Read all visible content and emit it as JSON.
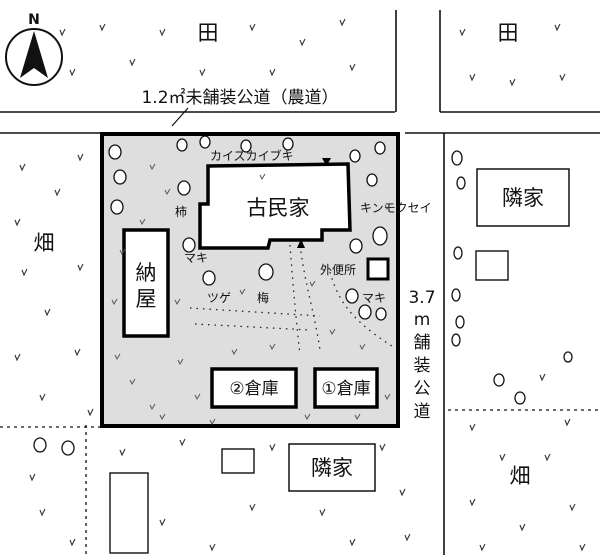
{
  "compass": {
    "north_label": "N"
  },
  "labels": {
    "field_top_left": "田",
    "field_top_right": "田",
    "field_left": "畑",
    "field_bottom_right": "畑",
    "road_top": "1.2㎡未舗装公道（農道）",
    "road_right_number": "3.7",
    "road_right_unit": "m",
    "road_right_chars": [
      "舗",
      "装",
      "公",
      "道"
    ],
    "neighbor_right": "隣家",
    "neighbor_bottom": "隣家"
  },
  "buildings": {
    "main_house": "古民家",
    "barn": [
      "納",
      "屋"
    ],
    "storehouse_1": "①倉庫",
    "storehouse_2": "②倉庫",
    "outdoor_toilet": "外便所"
  },
  "trees": {
    "kaizuka": "カイズカイブキ",
    "kaki": "柿",
    "kinmokusei": "キンモクセイ",
    "maki_left": "マキ",
    "tsuge": "ツゲ",
    "ume": "梅",
    "maki_right": "マキ"
  }
}
